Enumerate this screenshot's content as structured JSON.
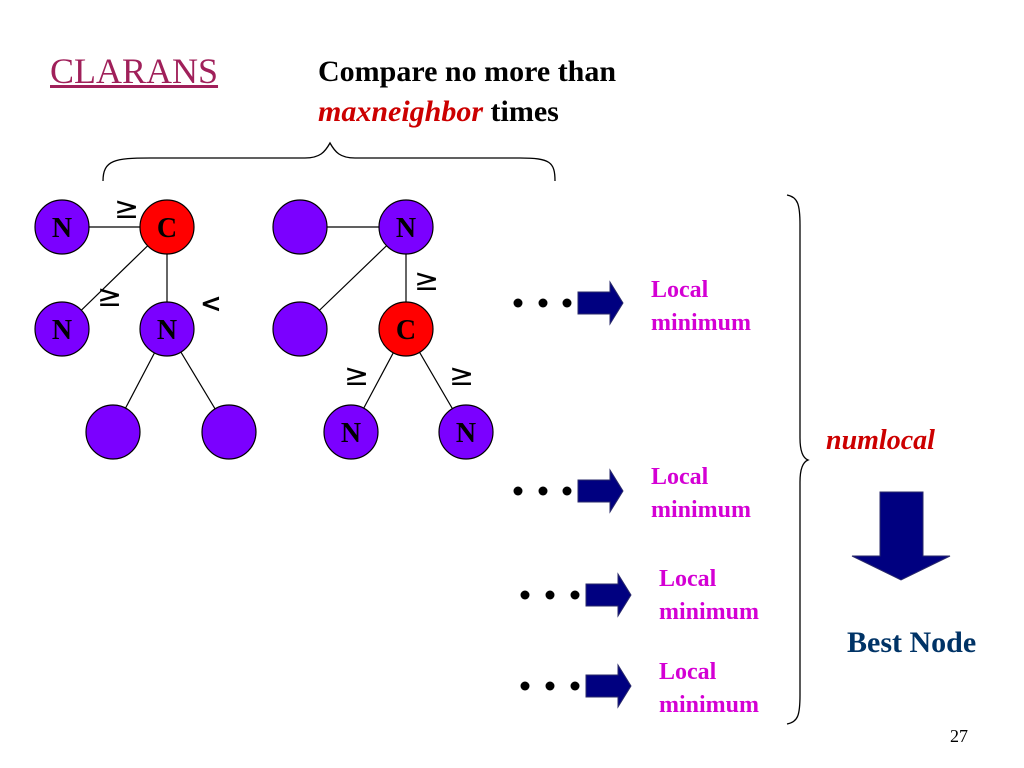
{
  "slide": {
    "title": "CLARANS",
    "compare_line1": "Compare no more than",
    "compare_em": "maxneighbor",
    "compare_rest": " times",
    "relations": {
      "geq": "≥",
      "lt": "<"
    },
    "nodes": {
      "n": "N",
      "c": "C"
    },
    "local_minimum": [
      {
        "line1": "Local",
        "line2": "minimum"
      },
      {
        "line1": "Local",
        "line2": "minimum"
      },
      {
        "line1": "Local",
        "line2": "minimum"
      },
      {
        "line1": "Local",
        "line2": "minimum"
      }
    ],
    "numlocal": "numlocal",
    "best_node": "Best Node",
    "page_number": "27"
  },
  "colors": {
    "node_blue": "#7b00ff",
    "node_red": "#ff0000",
    "arrow_navy": "#000080",
    "title_color": "#a0205a",
    "local_min_color": "#d400d4",
    "numlocal_color": "#cc0000",
    "best_node_color": "#003366"
  }
}
